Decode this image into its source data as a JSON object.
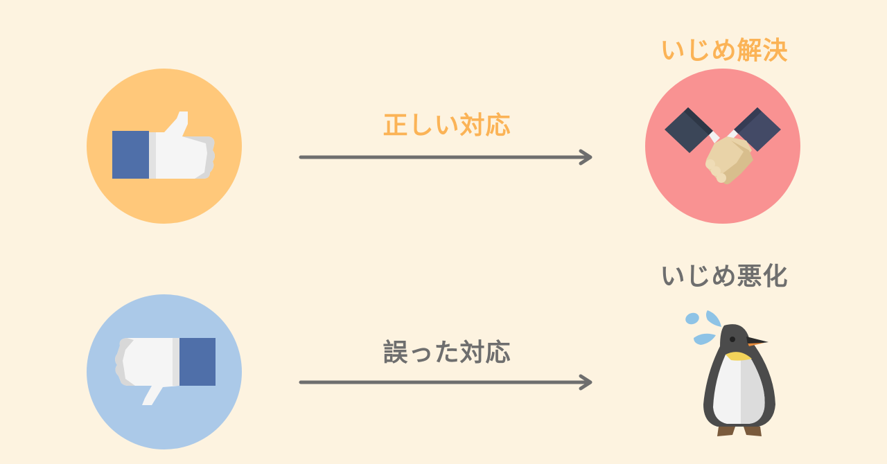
{
  "colors": {
    "background": "#fdf3e0",
    "positive_text": "#fbb356",
    "negative_text": "#6e6e6e",
    "arrow": "#6e6e6e",
    "thumbs_up_circle": "#ffc87a",
    "thumbs_down_circle": "#abc9e8",
    "handshake_circle": "#f99292"
  },
  "rows": [
    {
      "action_label": "正しい対応",
      "outcome_label": "いじめ解決",
      "left_icon": "thumbs-up-icon",
      "right_icon": "handshake-icon"
    },
    {
      "action_label": "誤った対応",
      "outcome_label": "いじめ悪化",
      "left_icon": "thumbs-down-icon",
      "right_icon": "sweating-penguin-icon"
    }
  ]
}
